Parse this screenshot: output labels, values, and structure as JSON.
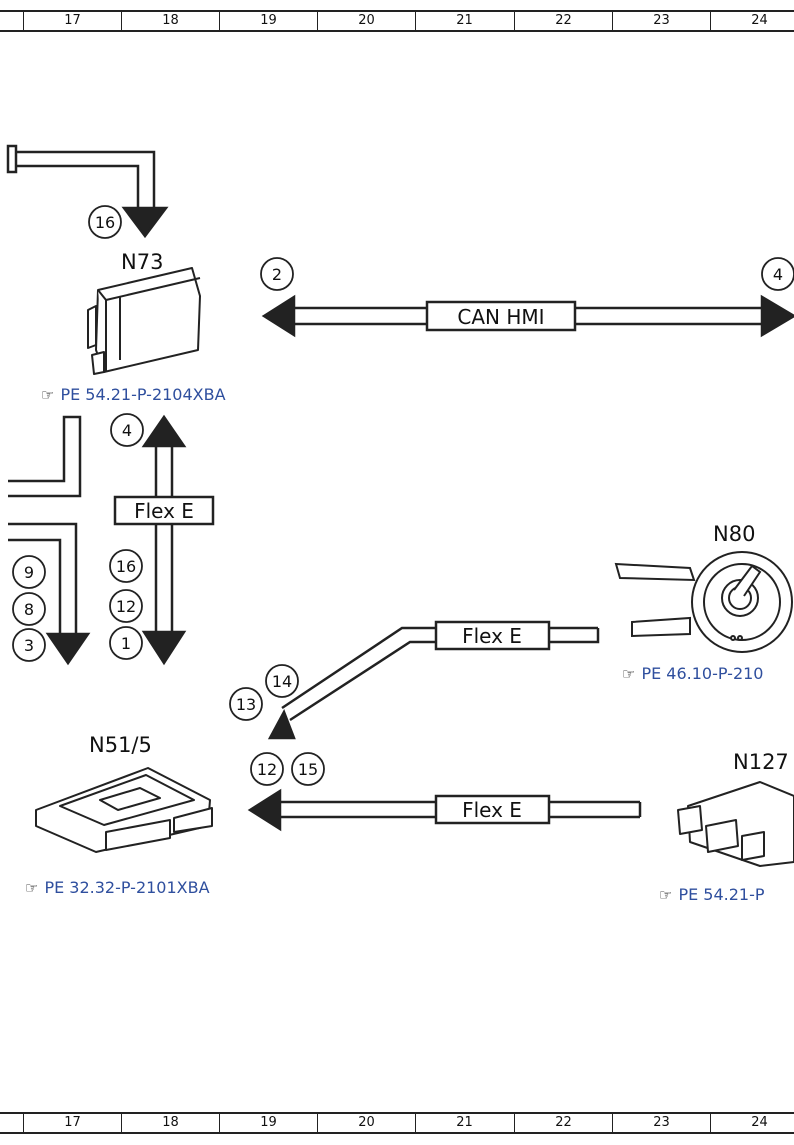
{
  "ruler": {
    "columns": [
      "17",
      "18",
      "19",
      "20",
      "21",
      "22",
      "23",
      "24"
    ]
  },
  "components": {
    "n73": "N73",
    "n80": "N80",
    "n51_5": "N51/5",
    "n127": "N127"
  },
  "buses": {
    "can_hmi": "CAN HMI",
    "flex_e_vertical": "Flex E",
    "flex_e_n80": "Flex E",
    "flex_e_n127": "Flex E"
  },
  "circles": {
    "c16_top": "16",
    "c2": "2",
    "c4_right": "4",
    "c4_flex": "4",
    "c9": "9",
    "c8": "8",
    "c3": "3",
    "c16_mid": "16",
    "c12_mid": "12",
    "c1": "1",
    "c14": "14",
    "c13": "13",
    "c12_low": "12",
    "c15": "15"
  },
  "references": {
    "n73_ref": "PE 54.21-P-2104XBA",
    "n80_ref": "PE 46.10-P-210",
    "n51_5_ref": "PE 32.32-P-2101XBA",
    "n127_ref": "PE 54.21-P"
  },
  "colors": {
    "link": "#2f4f9e",
    "line": "#222222"
  }
}
